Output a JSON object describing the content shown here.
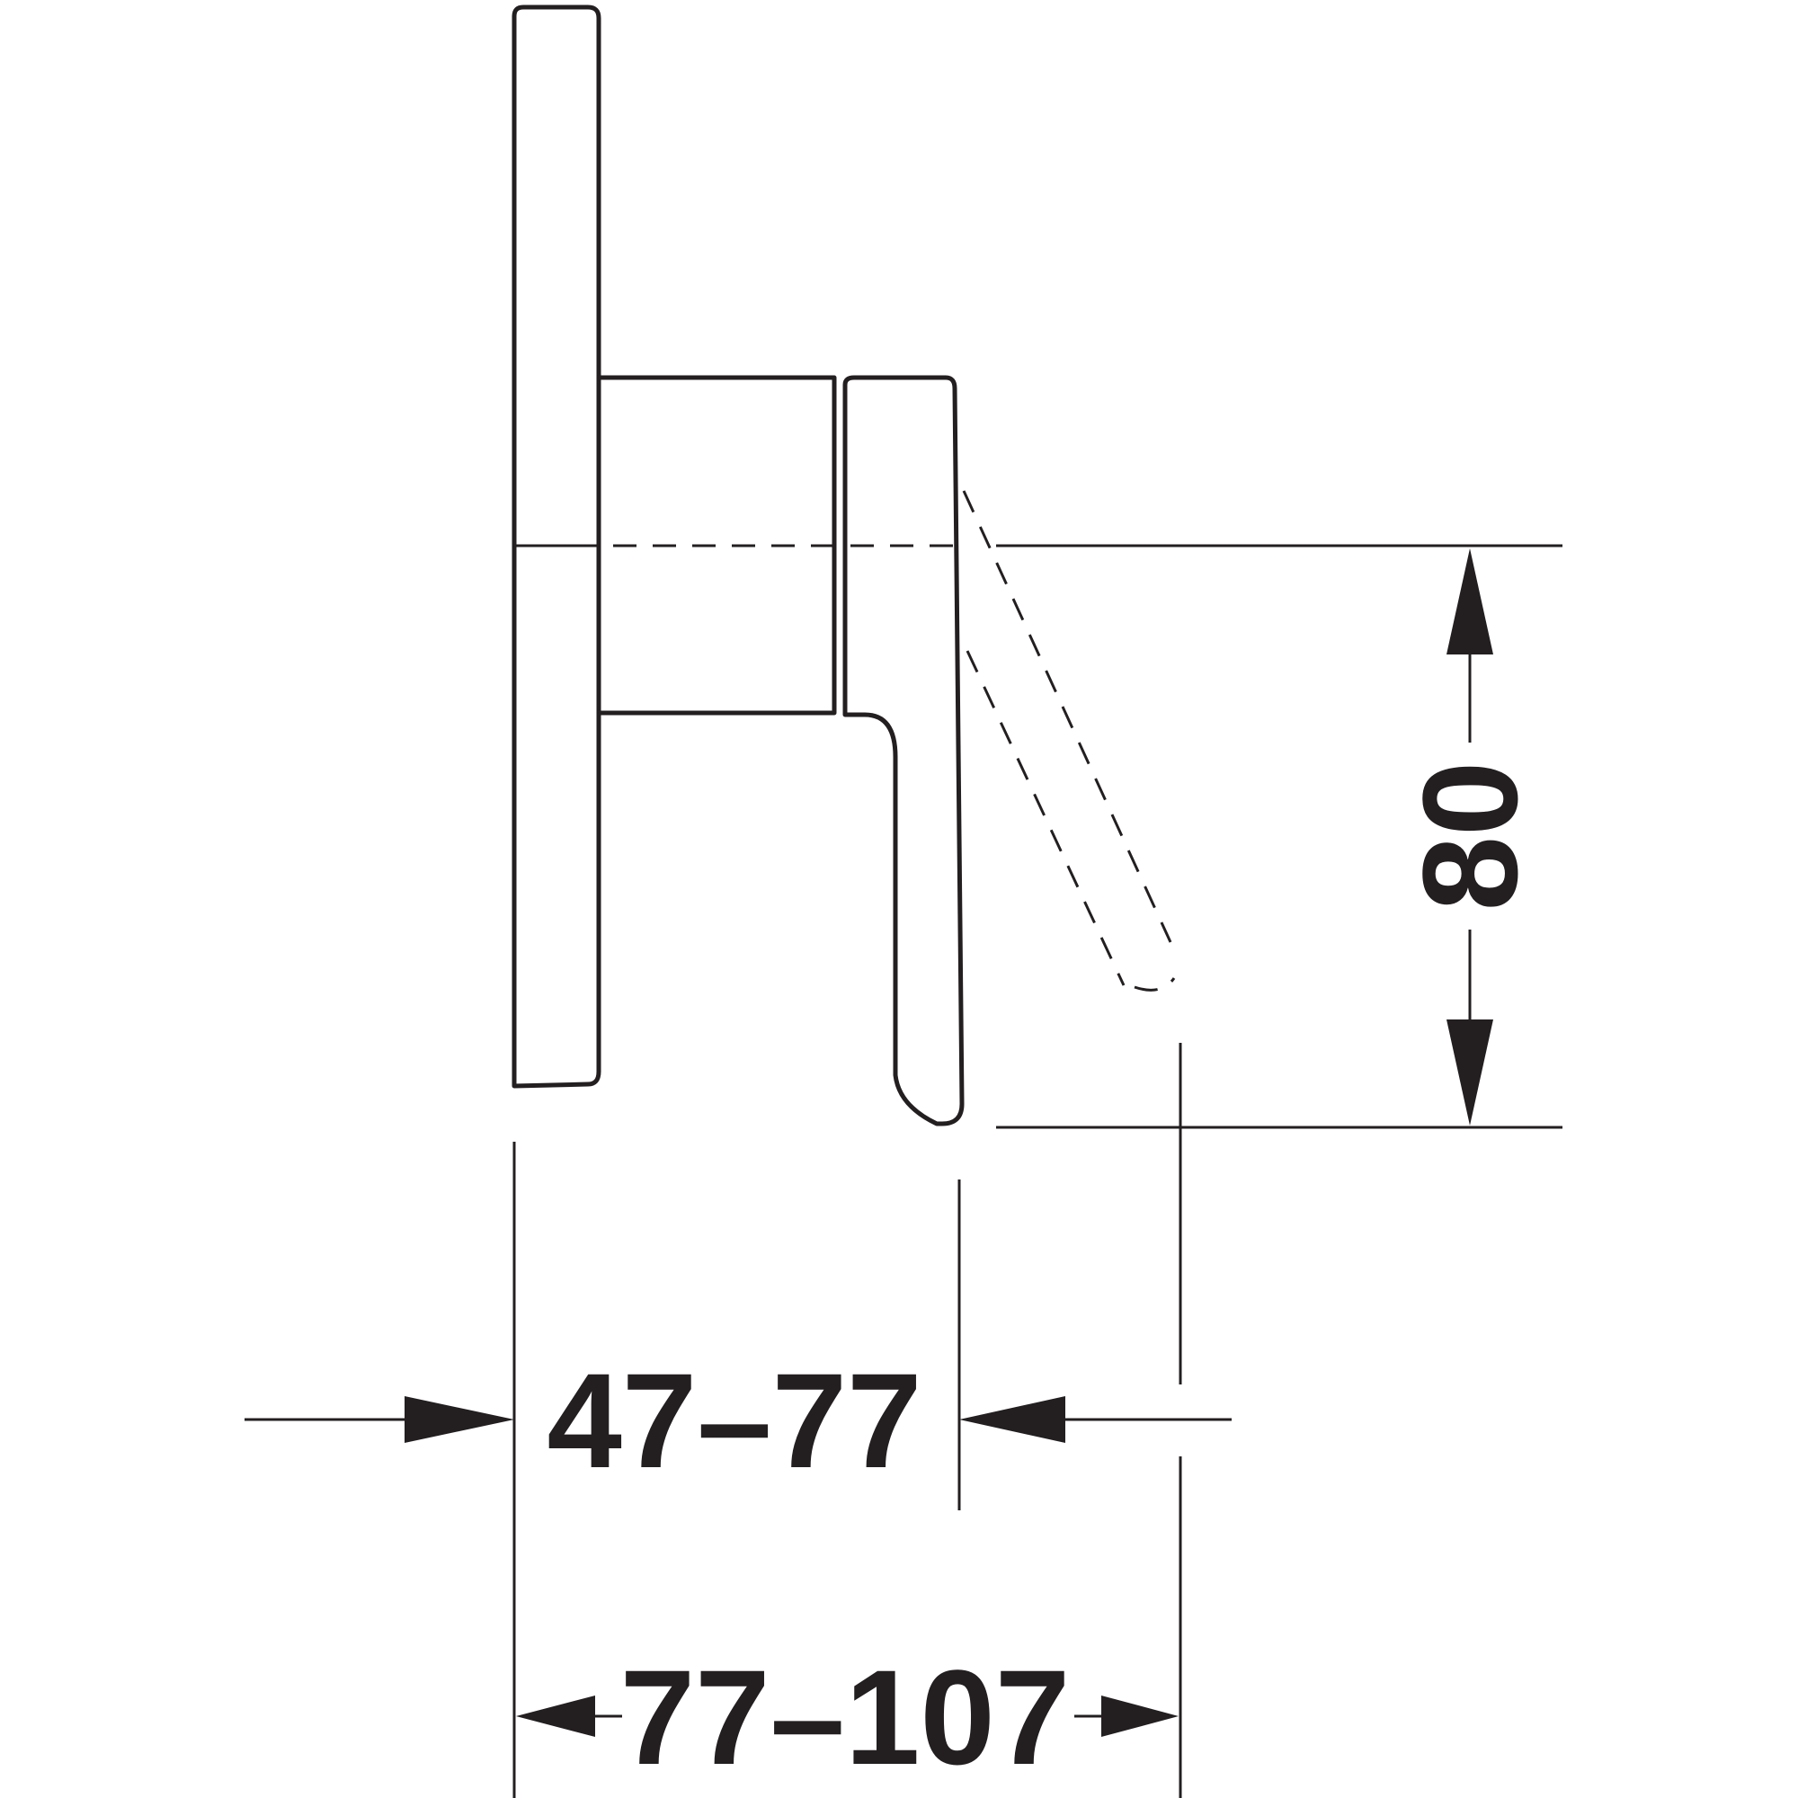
{
  "dimensions": {
    "height_label": "80",
    "depth_body_label": "47–77",
    "depth_total_label": "77–107"
  },
  "colors": {
    "line": "#231f20",
    "background": "#ffffff"
  }
}
